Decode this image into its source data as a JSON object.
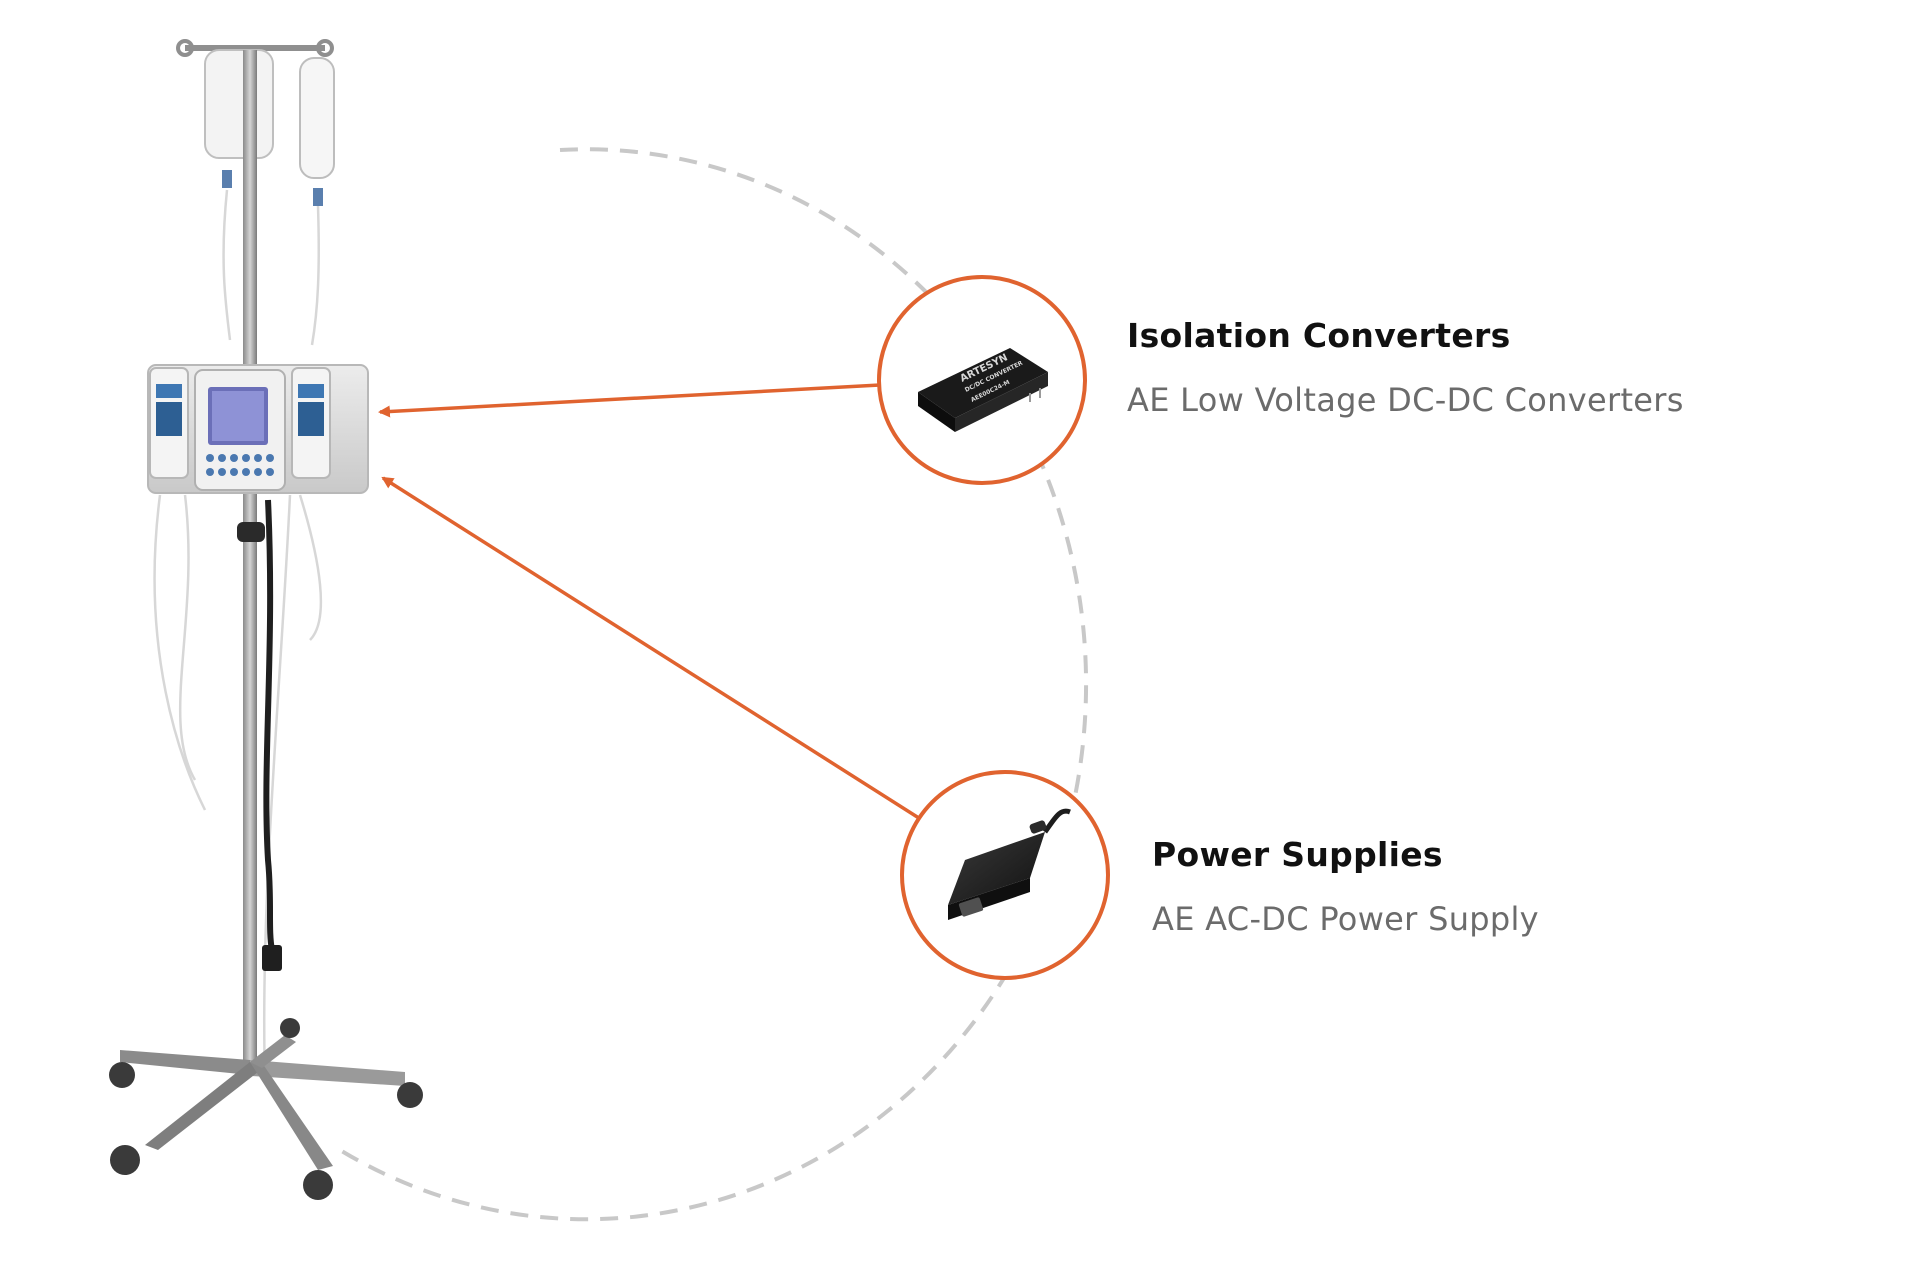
{
  "colors": {
    "accent": "#e0632f",
    "dashed_ring": "#c8c8c8",
    "title_text": "#111111",
    "subtitle_text": "#6b6b6b",
    "background": "#ffffff"
  },
  "illustration": {
    "subject": "iv-pole-with-infusion-pump",
    "icons": [
      "iv-bag-icon",
      "infusion-pump-icon",
      "pole-base-icon"
    ]
  },
  "callouts": [
    {
      "title": "Isolation Converters",
      "subtitle": "AE Low Voltage DC-DC Converters",
      "product_icon": "dc-dc-converter-module-icon",
      "product_markings": [
        "ARTESYN",
        "DC/DC CONVERTER",
        "AEE00C24-M"
      ]
    },
    {
      "title": "Power Supplies",
      "subtitle": "AE AC-DC Power Supply",
      "product_icon": "ac-dc-power-brick-icon"
    }
  ]
}
